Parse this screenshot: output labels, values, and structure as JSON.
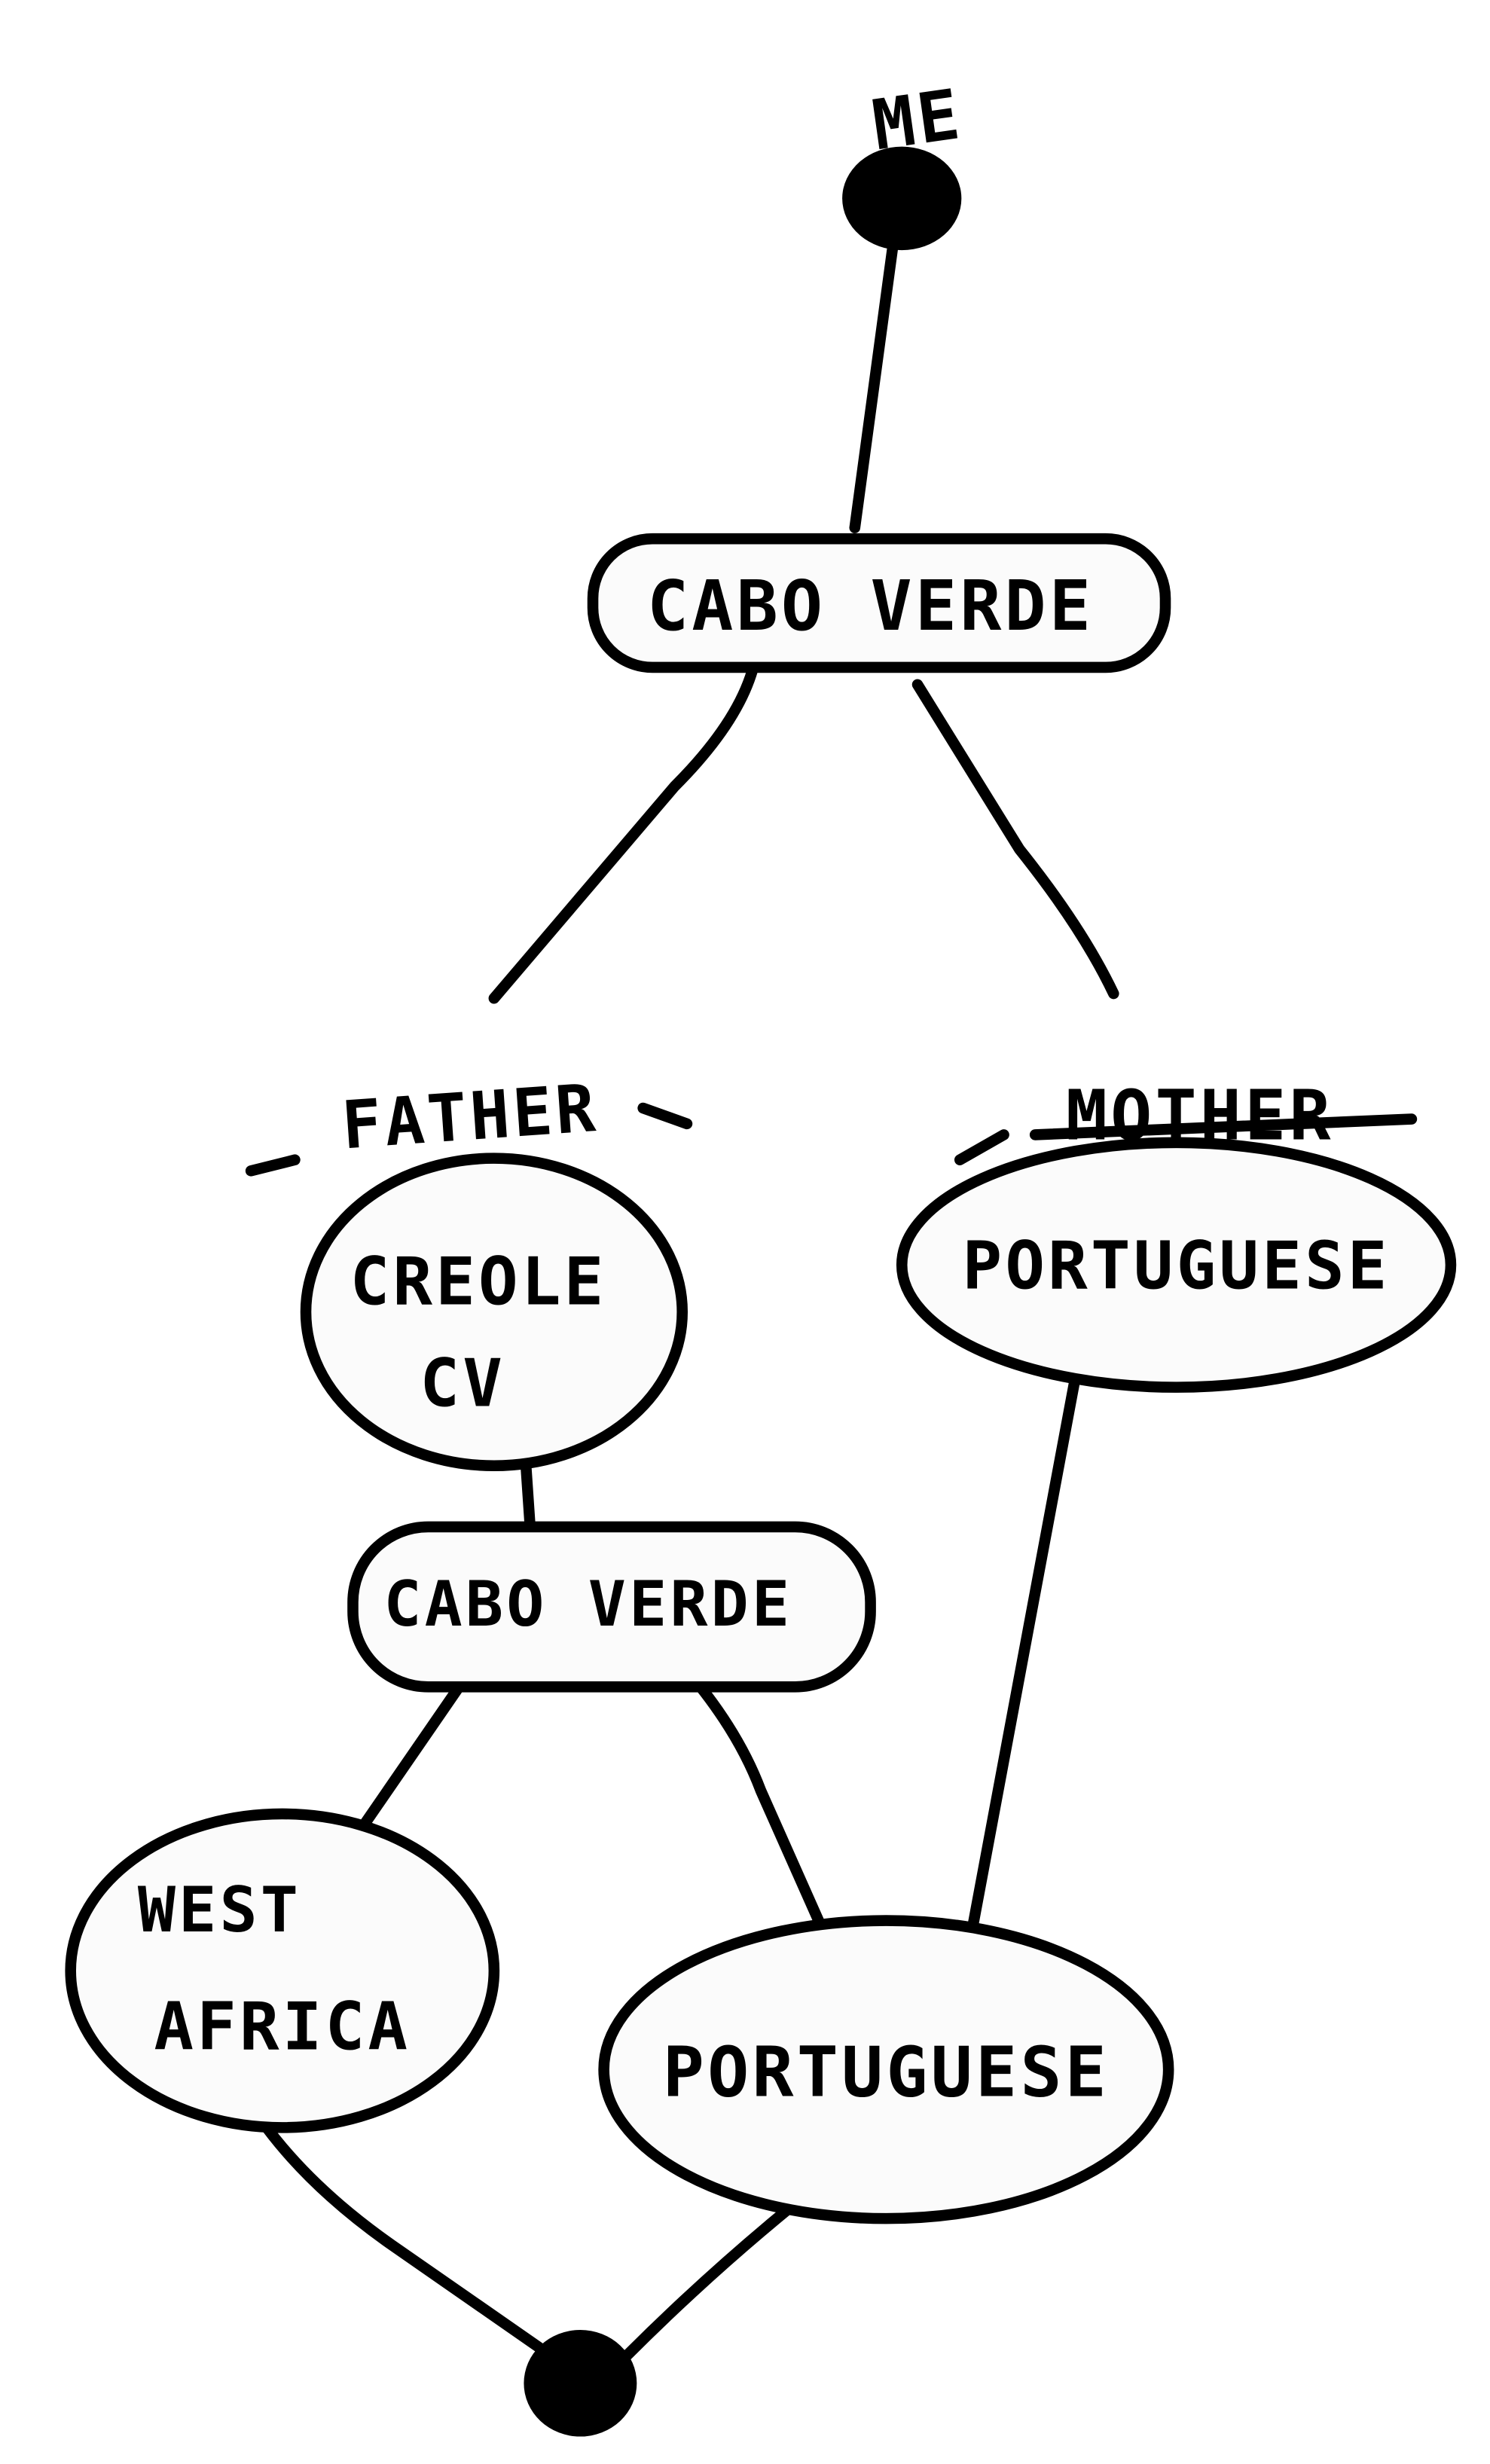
{
  "root": {
    "label": "ME"
  },
  "nodes": {
    "cabo_verde_top": "CABO VERDE",
    "father_label": "FATHER",
    "mother_label": "MOTHER",
    "creole_line1": "CREOLE",
    "creole_line2": "CV",
    "portuguese_mother": "PORTUGUESE",
    "cabo_verde_father": "CABO VERDE",
    "west_africa_line1": "WEST",
    "west_africa_line2": "AFRICA",
    "portuguese_bottom": "PORTUGUESE"
  },
  "colors": {
    "ink": "#000000",
    "paper": "#ffffff"
  }
}
